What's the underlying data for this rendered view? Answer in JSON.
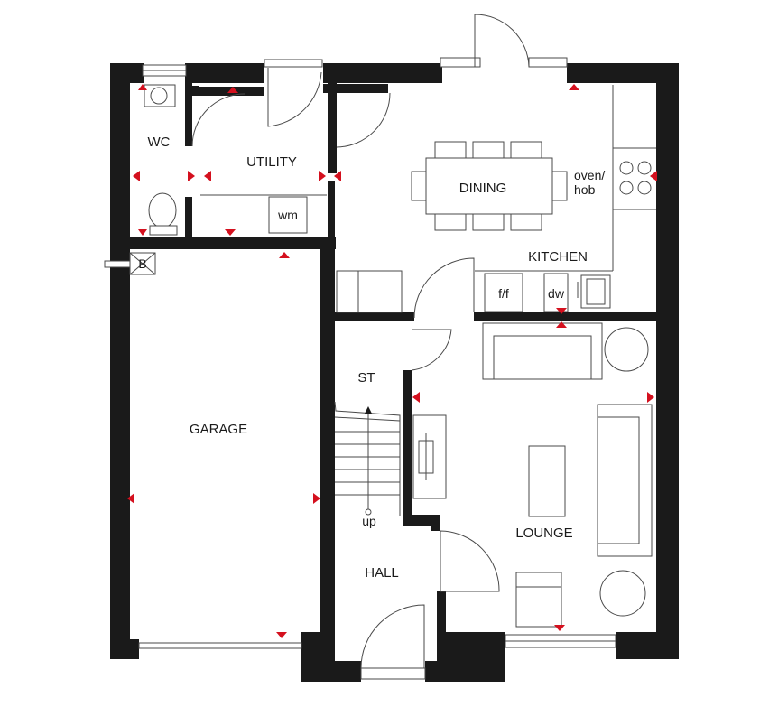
{
  "rooms": {
    "wc": "WC",
    "utility": "UTILITY",
    "dining": "DINING",
    "oven_hob_1": "oven/",
    "oven_hob_2": "hob",
    "kitchen": "KITCHEN",
    "fridge": "f/f",
    "dishwasher": "dw",
    "washing_machine": "wm",
    "boiler": "B",
    "garage": "GARAGE",
    "store": "ST",
    "stairs_up": "up",
    "hall": "HALL",
    "lounge": "LOUNGE"
  },
  "colors": {
    "wall": "#1a1a1a",
    "marker": "#d4101e",
    "line": "#4a4a4a"
  }
}
